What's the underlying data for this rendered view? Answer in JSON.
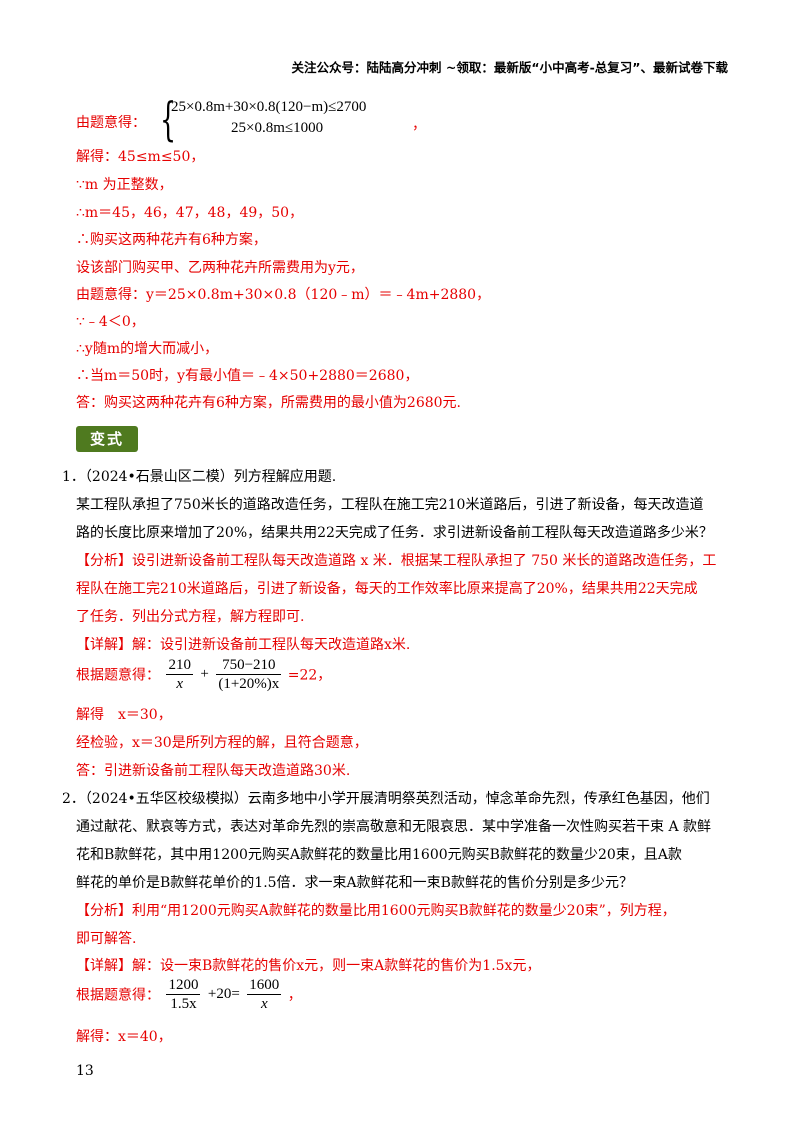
{
  "header": "关注公众号：陆陆高分冲刺 ~领取：最新版“小中高考-总复习”、最新试卷下载",
  "top": {
    "system_label": "由题意得：",
    "system_eq1": "25×0.8m+30×0.8(120−m)≤2700",
    "system_eq2": "25×0.8m≤1000",
    "system_comma": "，",
    "lines": [
      "解得：45≤m≤50，",
      "∵m 为正整数，",
      "∴m＝45，46，47，48，49，50，",
      "∴购买这两种花卉有6种方案，",
      "设该部门购买甲、乙两种花卉所需费用为y元，",
      "由题意得：y＝25×0.8m+30×0.8（120﹣m）＝﹣4m+2880，",
      "∵﹣4＜0，",
      "∴y随m的增大而减小，",
      "∴当m＝50时，y有最小值＝﹣4×50+2880＝2680，",
      "答：购买这两种花卉有6种方案，所需费用的最小值为2680元."
    ]
  },
  "badge": "变式",
  "q1": {
    "title": "1．（2024•石景山区二模）列方程解应用题.",
    "body": [
      "某工程队承担了750米长的道路改造任务，工程队在施工完210米道路后，引进了新设备，每天改造道",
      "路的长度比原来增加了20%，结果共用22天完成了任务．求引进新设备前工程队每天改造道路多少米？"
    ],
    "analysis": [
      "【分析】设引进新设备前工程队每天改造道路 x 米．根据某工程队承担了 750 米长的道路改造任务，工",
      "程队在施工完210米道路后，引进了新设备，每天的工作效率比原来提高了20%，结果共用22天完成",
      "了任务．列出分式方程，解方程即可."
    ],
    "detail": "【详解】解：设引进新设备前工程队每天改造道路x米.",
    "eq_label": "根据题意得：",
    "frac1_num": "210",
    "frac1_den": "x",
    "plus": "+",
    "frac2_num": "750−210",
    "frac2_den": "(1+20%)x",
    "eq_rhs": "=22，",
    "after": [
      "解得　x＝30，",
      "经检验，x＝30是所列方程的解，且符合题意，",
      "答：引进新设备前工程队每天改造道路30米."
    ]
  },
  "q2": {
    "title": "2．（2024•五华区校级模拟）云南多地中小学开展清明祭英烈活动，悼念革命先烈，传承红色基因，他们",
    "body": [
      "通过献花、默哀等方式，表达对革命先烈的崇高敬意和无限哀思．某中学准备一次性购买若干束 A 款鲜",
      "花和B款鲜花，其中用1200元购买A款鲜花的数量比用1600元购买B款鲜花的数量少20束，且A款",
      "鲜花的单价是B款鲜花单价的1.5倍．求一束A款鲜花和一束B款鲜花的售价分别是多少元？"
    ],
    "analysis": [
      "【分析】利用“用1200元购买A款鲜花的数量比用1600元购买B款鲜花的数量少20束”，列方程，",
      "即可解答."
    ],
    "detail": "【详解】解：设一束B款鲜花的售价x元，则一束A款鲜花的售价为1.5x元，",
    "eq_label": "根据题意得：",
    "frac1_num": "1200",
    "frac1_den": "1.5x",
    "mid": "+20=",
    "frac2_num": "1600",
    "frac2_den": "x",
    "eq_end": "，",
    "after": [
      "解得：x＝40，"
    ]
  },
  "page_number": "13"
}
